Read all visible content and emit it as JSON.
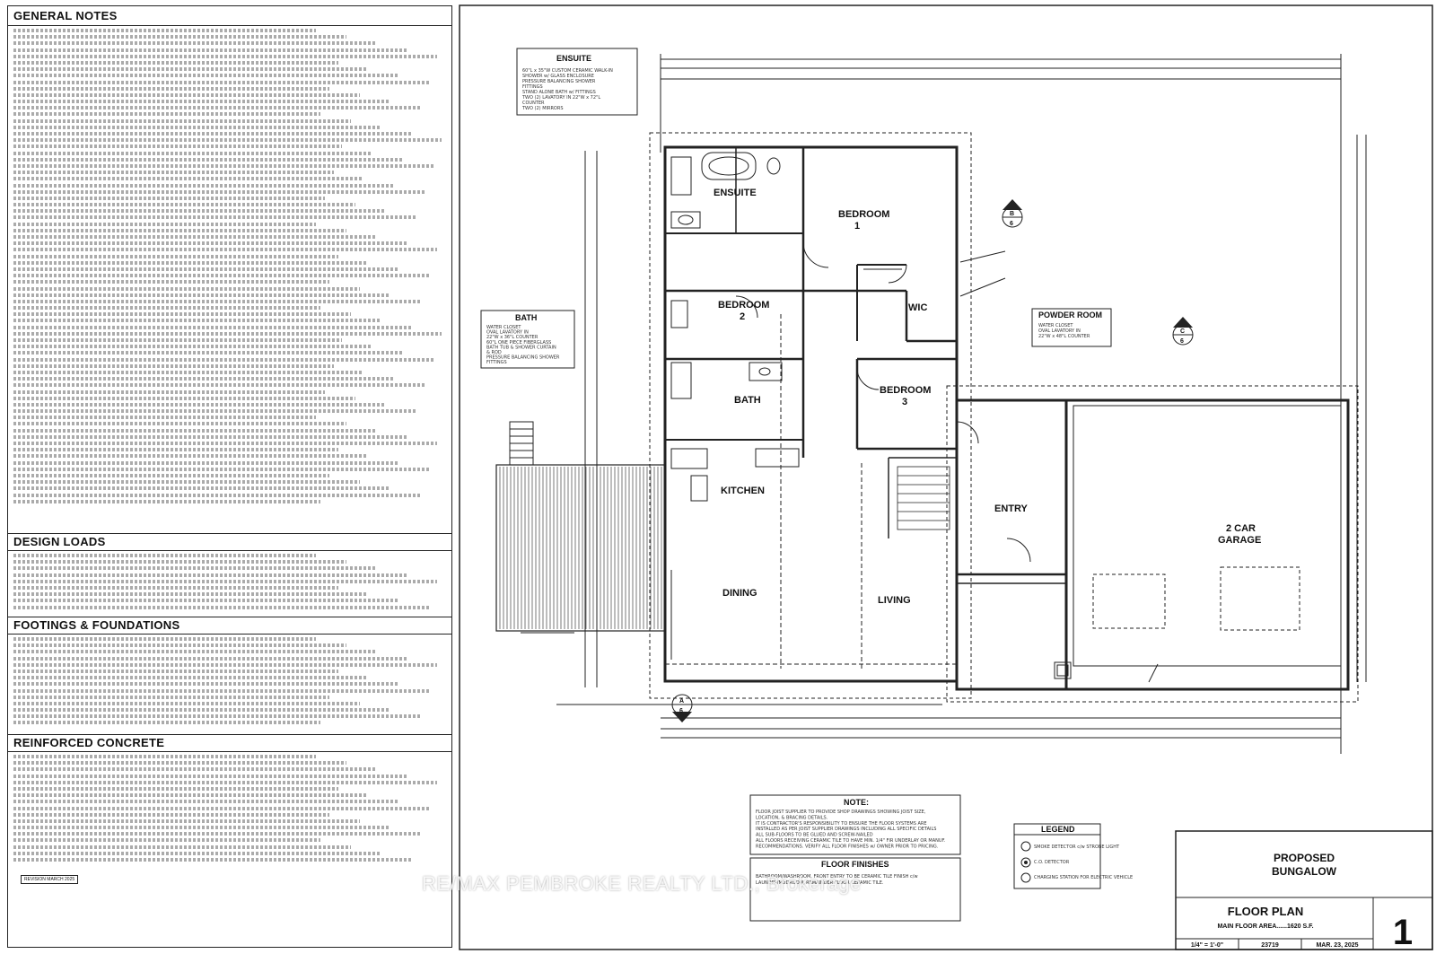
{
  "notes": {
    "general_title": "GENERAL NOTES",
    "design_title": "DESIGN LOADS",
    "footings_title": "FOOTINGS & FOUNDATIONS",
    "concrete_title": "REINFORCED CONCRETE",
    "revision": "REVISION MARCH 2025"
  },
  "rooms": {
    "ensuite": "ENSUITE",
    "bedroom1_a": "BEDROOM",
    "bedroom1_b": "1",
    "bedroom2_a": "BEDROOM",
    "bedroom2_b": "2",
    "wic": "WIC",
    "bath": "BATH",
    "bedroom3_a": "BEDROOM",
    "bedroom3_b": "3",
    "kitchen": "KITCHEN",
    "dining": "DINING",
    "living": "LIVING",
    "entry": "ENTRY",
    "garage_a": "2 CAR",
    "garage_b": "GARAGE"
  },
  "callouts": {
    "ensuite_title": "ENSUITE",
    "ensuite_lines": [
      "60\"L x 35\"W CUSTOM CERAMIC WALK-IN",
      "SHOWER w/ GLASS ENCLOSURE",
      "PRESSURE BALANCING SHOWER",
      "FITTINGS",
      "STAND ALONE BATH w/ FITTINGS",
      "TWO (2) LAVATORY IN 22\"W x 72\"L",
      "COUNTER",
      "TWO (2) MIRRORS"
    ],
    "bath_title": "BATH",
    "bath_lines": [
      "WATER CLOSET",
      "OVAL LAVATORY IN",
      "22\"W x 36\"L COUNTER",
      "60\"L ONE PIECE FIBERGLASS",
      "BATH TUB & SHOWER CURTAIN",
      "& ROD",
      "PRESSURE BALANCING SHOWER",
      "FITTINGS"
    ],
    "powder_title": "POWDER ROOM",
    "powder_lines": [
      "WATER CLOSET",
      "OVAL LAVATORY IN",
      "22\"W x 48\"L COUNTER"
    ],
    "note_title": "NOTE:",
    "note_lines": [
      "FLOOR JOIST SUPPLIER TO PROVIDE SHOP DRAWINGS SHOWING JOIST SIZE,",
      "LOCATION, & BRACING DETAILS.",
      "IT IS CONTRACTOR'S RESPONSIBILITY TO ENSURE THE FLOOR SYSTEMS ARE",
      "INSTALLED AS PER JOIST SUPPLIER DRAWINGS INCLUDING ALL SPECIFIC DETAILS",
      "ALL SUB-FLOORS TO BE GLUED AND SCREW-NAILED",
      "ALL FLOORS RECEIVING CERAMIC TILE TO HAVE MIN. 1/4\" FIR UNDERLAY OR MANUF.",
      "RECOMMENDATIONS. VERIFY ALL FLOOR FINISHES w/ OWNER PRIOR TO PRICING."
    ],
    "finishes_title": "FLOOR FINISHES",
    "finishes_lines": [
      "BATHROOM/WASHROOM, FRONT ENTRY TO BE CERAMIC TILE FINISH c/w",
      "LAUNDRY/MUDROOM, REMAINDER FLOOR CERAMIC TILE."
    ],
    "legend_title": "LEGEND",
    "legend_items": [
      "SMOKE DETECTOR c/w STROBE LIGHT",
      "C.O. DETECTOR",
      "CHARGING STATION FOR ELECTRIC VEHICLE"
    ]
  },
  "title_block": {
    "project_a": "PROPOSED",
    "project_b": "BUNGALOW",
    "drawing": "FLOOR PLAN",
    "area": "MAIN FLOOR AREA......1620 S.F.",
    "scale": "1/4\" = 1'-0\"",
    "job": "23719",
    "date": "MAR. 23, 2025",
    "sheet": "1"
  },
  "sections": {
    "b": "B",
    "b_sheet": "6",
    "c": "C",
    "c_sheet": "6",
    "a": "A",
    "a_sheet": "6"
  },
  "watermark": "RE/MAX PEMBROKE REALTY LTD., Brokerage"
}
